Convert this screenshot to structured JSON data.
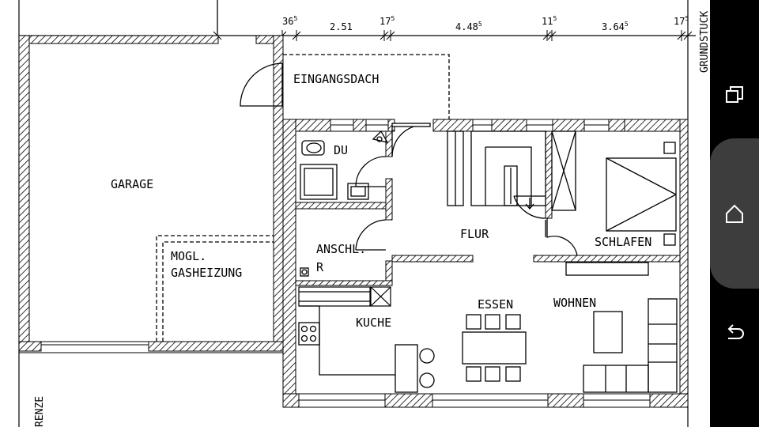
{
  "dimensions": [
    {
      "main": "36",
      "sup": "5"
    },
    {
      "main": "2.51",
      "sup": ""
    },
    {
      "main": "17",
      "sup": "5"
    },
    {
      "main": "4.48",
      "sup": "5"
    },
    {
      "main": "11",
      "sup": "5"
    },
    {
      "main": "3.64",
      "sup": "5"
    },
    {
      "main": "17",
      "sup": "5"
    }
  ],
  "labels": {
    "garage": "GARAGE",
    "eingangsdach": "EINGANGSDACH",
    "du": "DU",
    "flur": "FLUR",
    "schlafen": "SCHLAFEN",
    "anschl_line1": "ANSCHL.",
    "anschl_line2": "R",
    "mogl_line1": "MOGL.",
    "mogl_line2": "GASHEIZUNG",
    "essen": "ESSEN",
    "wohnen": "WOHNEN",
    "kuche": "KUCHE",
    "grundstuck": "GRUNDSTUCK",
    "grenze": "RENZE"
  },
  "navigation": {
    "buttons": [
      "recent-apps",
      "home",
      "back"
    ]
  },
  "colors": {
    "ink": "#000000",
    "navbar": "#000000",
    "home_pill": "#3d3d3d",
    "nav_icon": "#ffffff"
  }
}
